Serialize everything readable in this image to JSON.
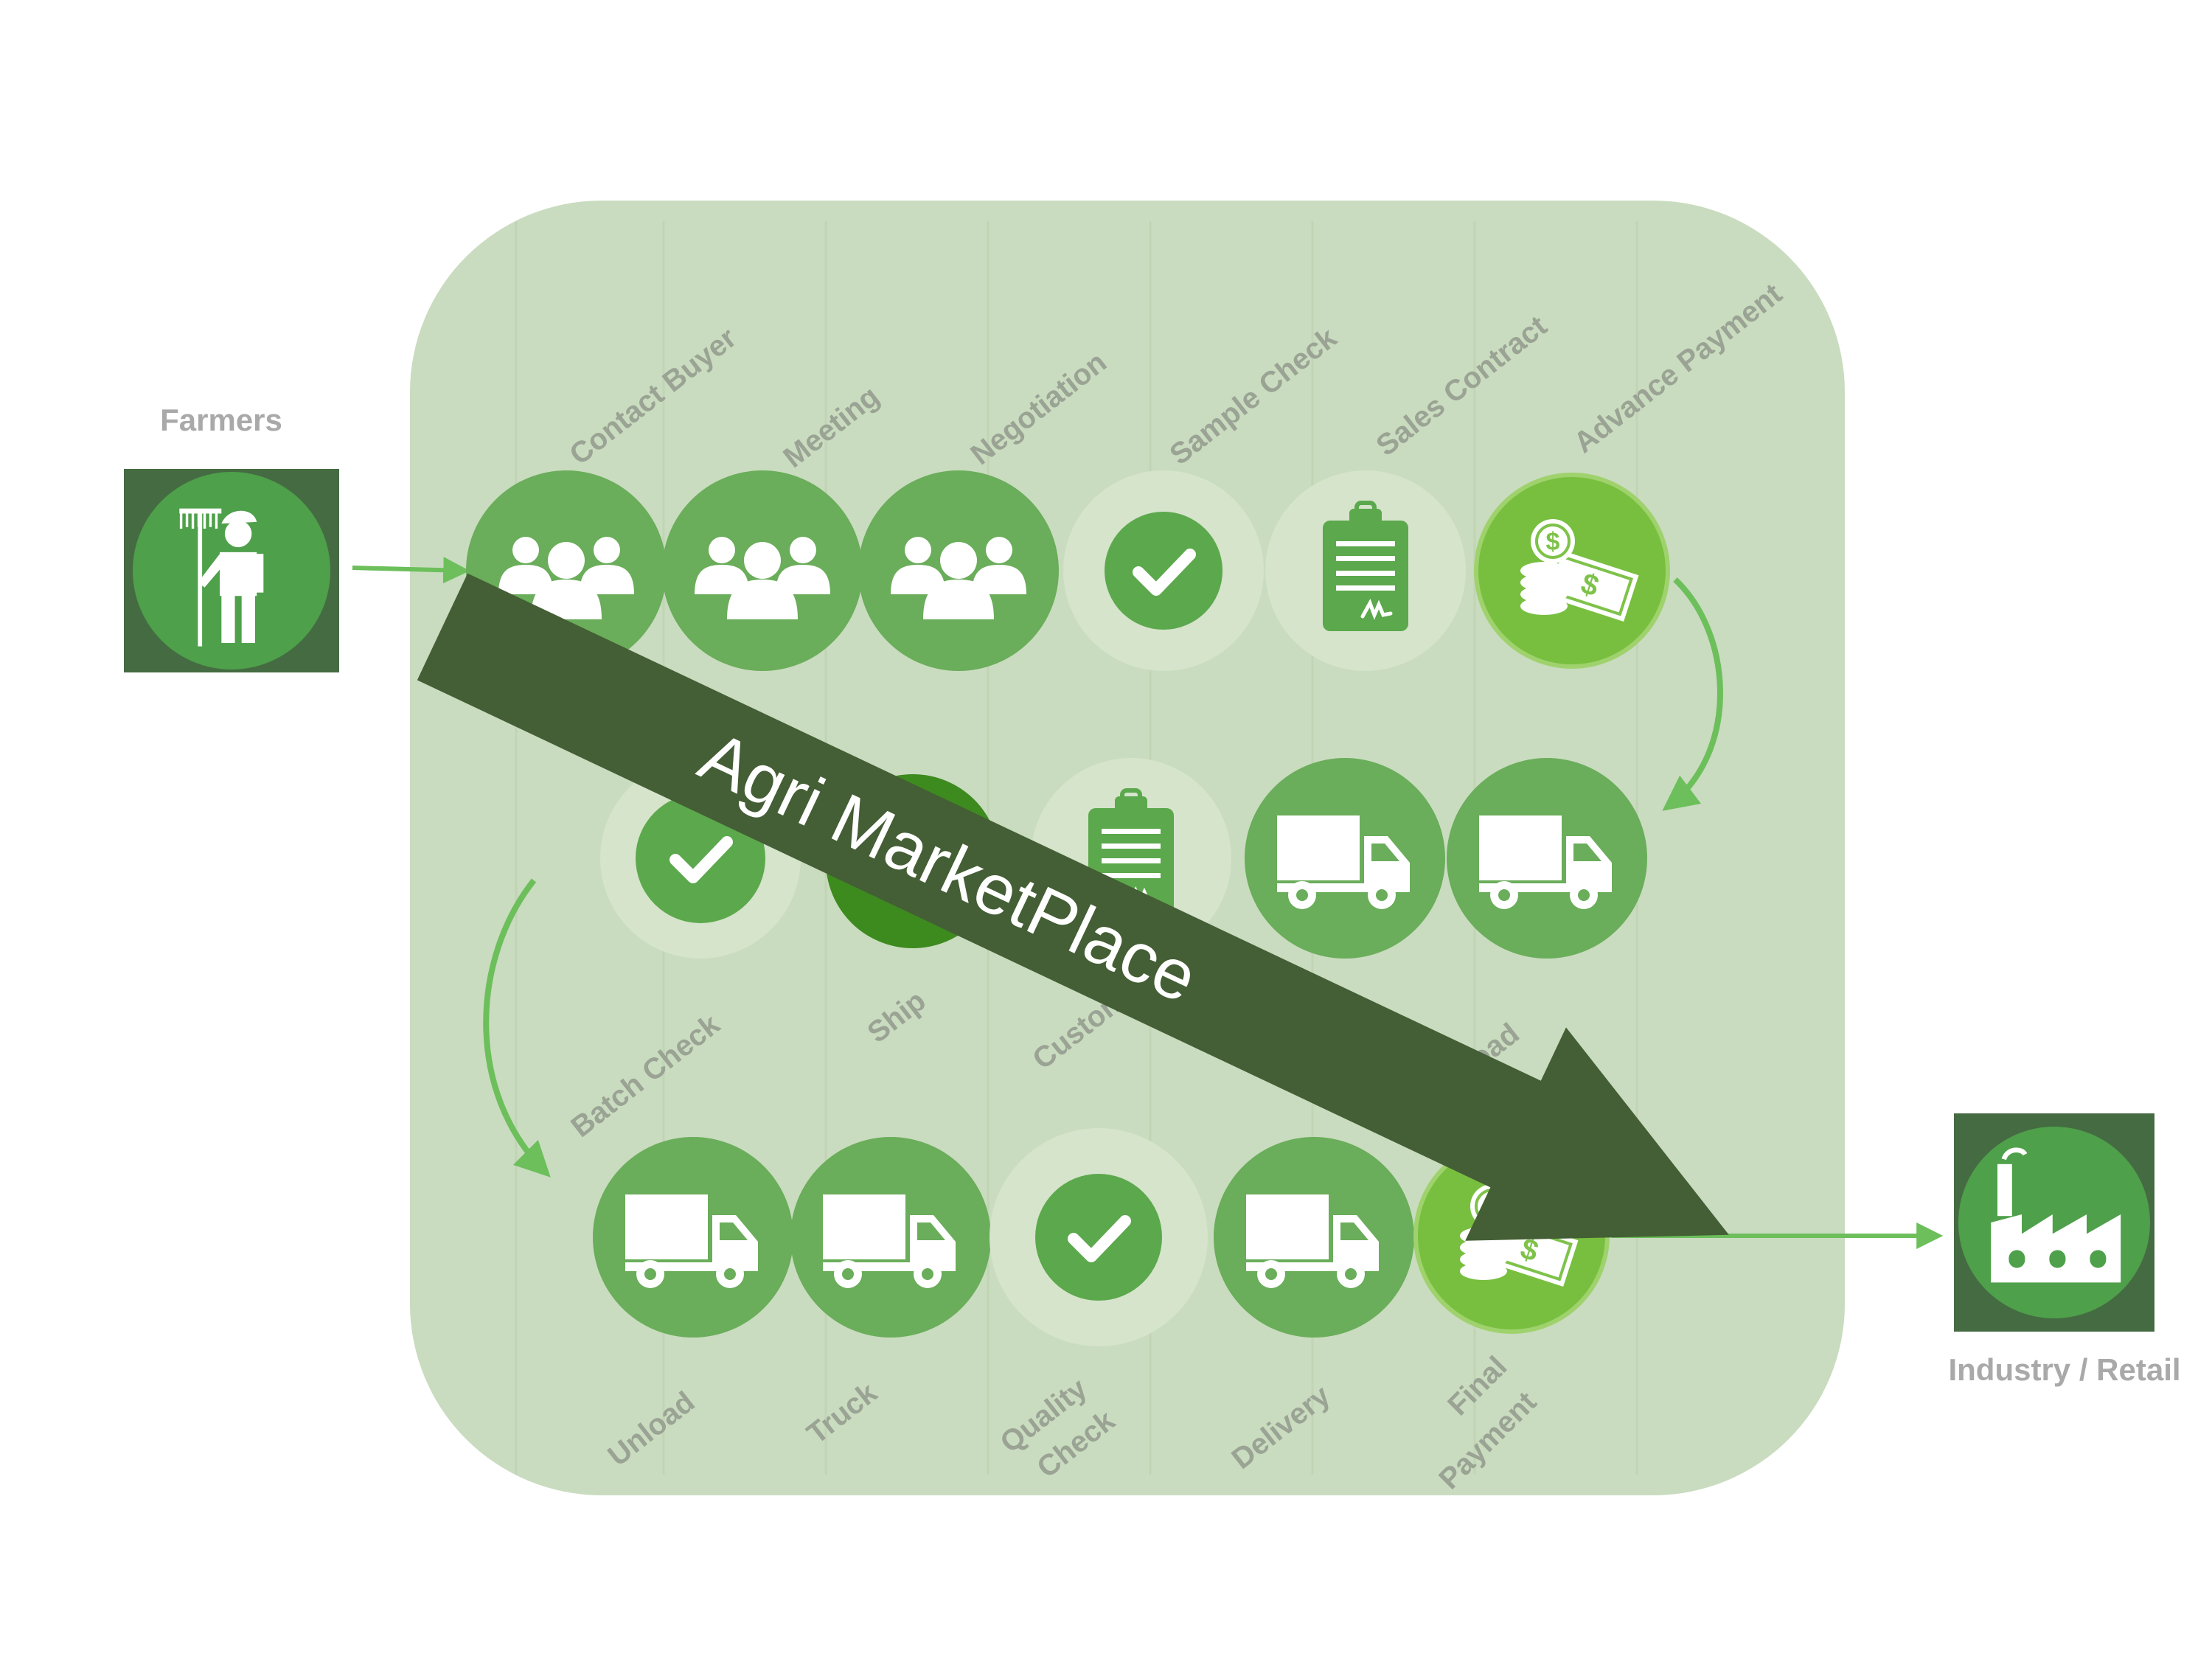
{
  "actors": {
    "farmers": {
      "label": "Farmers",
      "icon": "farmer-icon"
    },
    "industry": {
      "label": "Industry / Retail",
      "icon": "factory-icon"
    }
  },
  "banner": {
    "label": "Agri MarketPlace"
  },
  "steps": {
    "contact_buyer": {
      "label": "Contact Buyer",
      "icon": "people-group-icon"
    },
    "meeting": {
      "label": "Meeting",
      "icon": "people-group-icon"
    },
    "negotiation": {
      "label": "Negotiation",
      "icon": "people-group-icon"
    },
    "sample_check": {
      "label": "Sample Check",
      "icon": "checkmark-icon"
    },
    "sales_contract": {
      "label": "Sales Contract",
      "icon": "clipboard-contract-icon"
    },
    "advance_payment": {
      "label": "Advance Payment",
      "icon": "money-icon"
    },
    "batch_check": {
      "label": "Batch Check",
      "icon": "checkmark-icon"
    },
    "ship": {
      "label": "Ship",
      "icon": "ship-icon"
    },
    "customs": {
      "label": "Customs",
      "icon": "clipboard-icon"
    },
    "port_truck": {
      "label": "",
      "icon": "truck-icon"
    },
    "port_load": {
      "label": "Port Load",
      "icon": "truck-icon"
    },
    "unload": {
      "label": "Unload",
      "icon": "truck-icon"
    },
    "truck": {
      "label": "Truck",
      "icon": "truck-icon"
    },
    "quality_check": {
      "label_line1": "Quality",
      "label_line2": "Check",
      "icon": "checkmark-icon"
    },
    "delivery": {
      "label": "Delivery",
      "icon": "truck-icon"
    },
    "final_payment": {
      "label_line1": "Final",
      "label_line2": "Payment",
      "icon": "money-icon"
    }
  },
  "colors": {
    "panel": "#c9dcbf",
    "circle_medium": "#6aad5a",
    "circle_light": "#d5e4cb",
    "circle_bright": "#78bf3f",
    "circle_dark": "#3d8a1f",
    "check_disc": "#5ca84c",
    "banner": "#445e35",
    "actor_box": "#456b42",
    "actor_disc": "#4ea04a",
    "label_gray": "#a9a9a9",
    "step_label": "#9aa394",
    "connector": "#6cbf5b"
  }
}
